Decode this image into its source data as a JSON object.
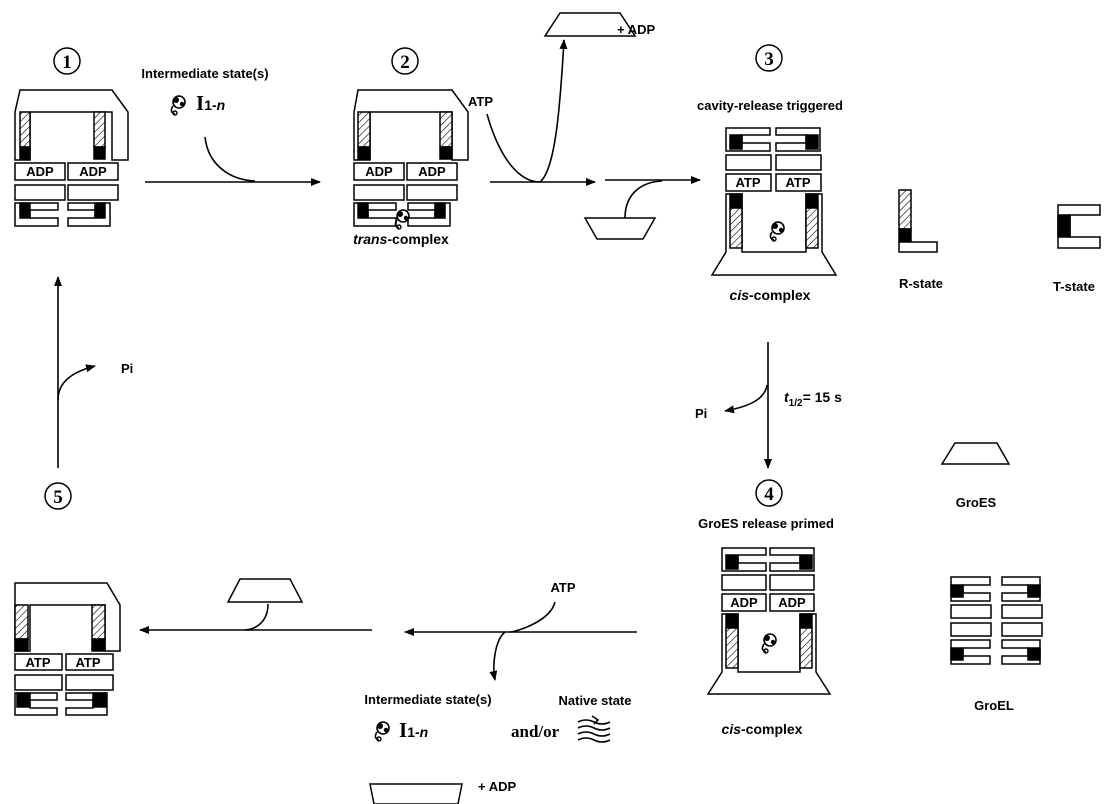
{
  "steps": [
    "1",
    "2",
    "3",
    "4",
    "5"
  ],
  "labels": {
    "intermediate_top": "Intermediate state(s)",
    "intermediate_bottom": "Intermediate state(s)",
    "i_symbol": "I",
    "i_subscript": "1-",
    "i_n": "n",
    "and_or": "and/or",
    "native_state": "Native state",
    "plus_adp_top": "+ ADP",
    "plus_adp_bottom": "+ ADP",
    "atp_top": "ATP",
    "atp_bottom": "ATP",
    "pi_left": "Pi",
    "pi_right": "Pi",
    "half_life_t": "t",
    "half_life_sub": "1/2",
    "half_life_value": "= 15 s",
    "trans_italic": "trans",
    "trans_suffix": "-complex",
    "cis_italic": "cis",
    "cis_suffix": "-complex",
    "cavity_release": "cavity-release triggered",
    "groes_release": "GroES release primed",
    "r_state": "R-state",
    "t_state": "T-state",
    "groes": "GroES",
    "groel": "GroEL",
    "adp": "ADP",
    "atp": "ATP"
  }
}
